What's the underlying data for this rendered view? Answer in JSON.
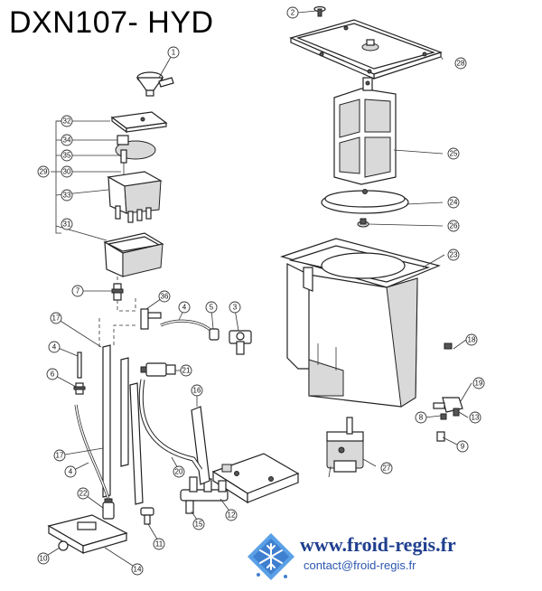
{
  "title": "DXN107- HYD",
  "callouts": [
    {
      "id": "c1",
      "label": "1"
    },
    {
      "id": "c2",
      "label": "2"
    },
    {
      "id": "c3",
      "label": "3"
    },
    {
      "id": "c4a",
      "label": "4"
    },
    {
      "id": "c4b",
      "label": "4"
    },
    {
      "id": "c4c",
      "label": "4"
    },
    {
      "id": "c5",
      "label": "5"
    },
    {
      "id": "c6",
      "label": "6"
    },
    {
      "id": "c7",
      "label": "7"
    },
    {
      "id": "c8",
      "label": "8"
    },
    {
      "id": "c9",
      "label": "9"
    },
    {
      "id": "c10",
      "label": "10"
    },
    {
      "id": "c11",
      "label": "11"
    },
    {
      "id": "c12",
      "label": "12"
    },
    {
      "id": "c13",
      "label": "13"
    },
    {
      "id": "c14",
      "label": "14"
    },
    {
      "id": "c15",
      "label": "15"
    },
    {
      "id": "c16",
      "label": "16"
    },
    {
      "id": "c17a",
      "label": "17"
    },
    {
      "id": "c17b",
      "label": "17"
    },
    {
      "id": "c18",
      "label": "18"
    },
    {
      "id": "c19",
      "label": "19"
    },
    {
      "id": "c20",
      "label": "20"
    },
    {
      "id": "c21",
      "label": "21"
    },
    {
      "id": "c22",
      "label": "22"
    },
    {
      "id": "c23",
      "label": "23"
    },
    {
      "id": "c24",
      "label": "24"
    },
    {
      "id": "c25",
      "label": "25"
    },
    {
      "id": "c26",
      "label": "26"
    },
    {
      "id": "c27",
      "label": "27"
    },
    {
      "id": "c28",
      "label": "28"
    },
    {
      "id": "c29",
      "label": "29"
    },
    {
      "id": "c30",
      "label": "30"
    },
    {
      "id": "c31",
      "label": "31"
    },
    {
      "id": "c32",
      "label": "32"
    },
    {
      "id": "c33",
      "label": "33"
    },
    {
      "id": "c34",
      "label": "34"
    },
    {
      "id": "c35",
      "label": "35"
    },
    {
      "id": "c36",
      "label": "36"
    }
  ],
  "brand": {
    "site": "www.froid-regis.fr",
    "contact": "contact@froid-regis.fr"
  }
}
